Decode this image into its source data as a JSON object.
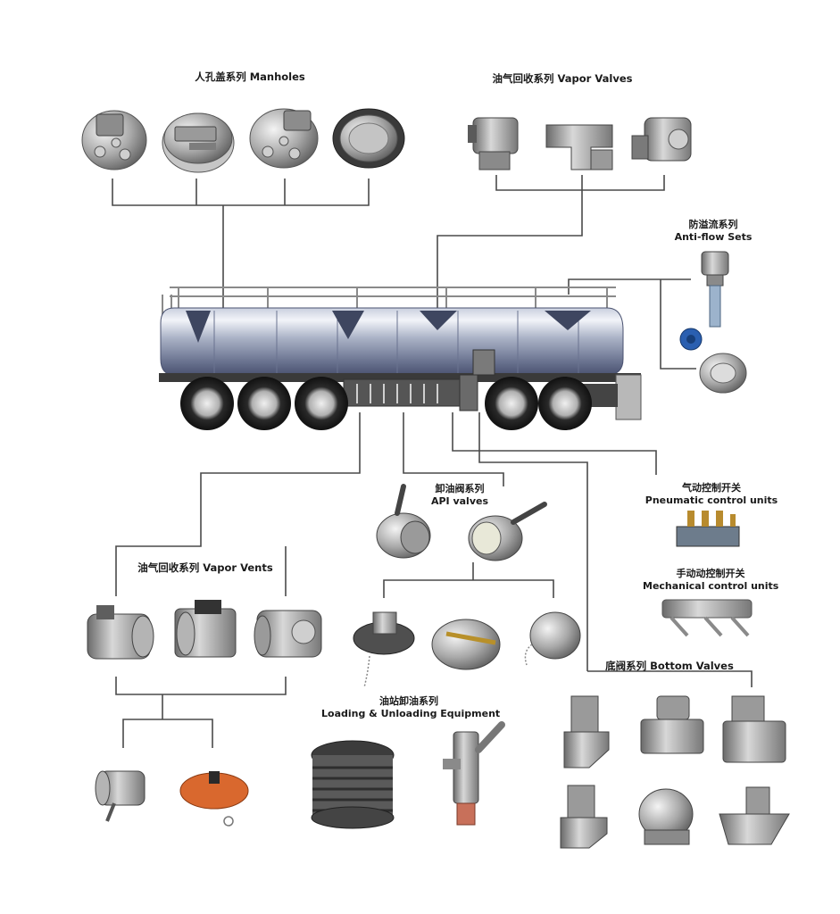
{
  "groups": {
    "manholes": {
      "title": "人孔盖系列  Manholes"
    },
    "vapor_valves": {
      "title": "油气回收系列  Vapor Valves"
    },
    "anti_flow": {
      "title_cn": "防溢流系列",
      "title_en": "Anti-flow Sets"
    },
    "api_valves": {
      "title_cn": "卸油阀系列",
      "title_en": "API valves"
    },
    "pneumatic": {
      "title_cn": "气动控制开关",
      "title_en": "Pneumatic control units"
    },
    "mechanical": {
      "title_cn": "手动动控制开关",
      "title_en": "Mechanical control units"
    },
    "vapor_vents": {
      "title": "油气回收系列   Vapor Vents"
    },
    "loading": {
      "title_cn": "油站卸油系列",
      "title_en": "Loading & Unloading Equipment"
    },
    "bottom_valves": {
      "title": "底阀系列  Bottom Valves"
    }
  },
  "colors": {
    "line": "#4a4a4a",
    "tank_light": "#e4e8f2",
    "tank_mid": "#9aa3bb",
    "tank_dark": "#3e4660",
    "metal_light": "#e6e6e6",
    "metal_dark": "#5c5c5c",
    "accent_blue": "#2a5fb0",
    "accent_orange": "#d9682e"
  }
}
